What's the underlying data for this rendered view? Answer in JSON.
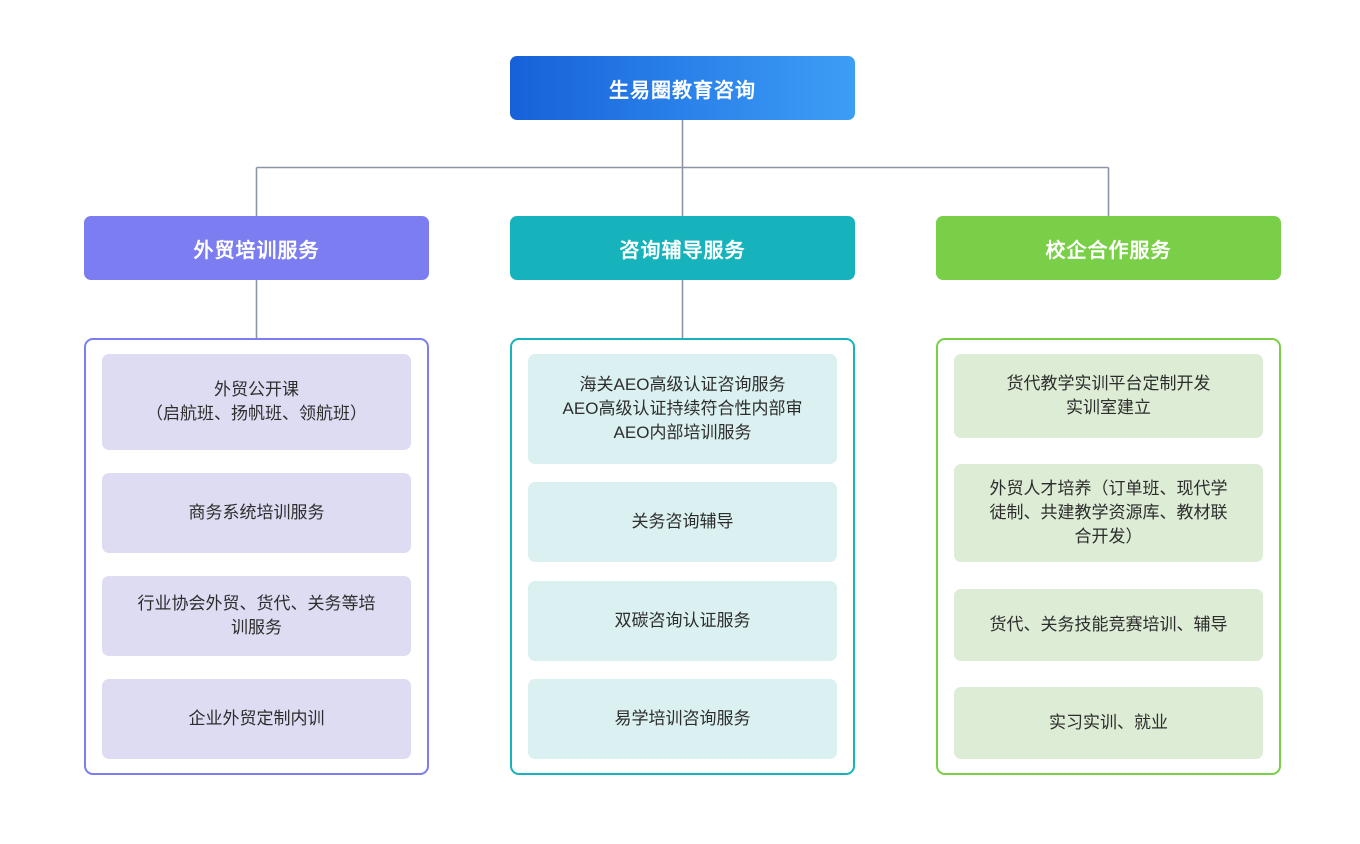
{
  "diagram": {
    "type": "organization-chart",
    "root": {
      "label": "生易圈教育咨询",
      "color_from": "#1661d8",
      "color_to": "#3d9ef5"
    },
    "connector_color": "#8b95a6",
    "columns": [
      {
        "id": "foreign-trade-training",
        "header": "外贸培训服务",
        "accent": "#7b7df0",
        "item_fill": "#dedcf2",
        "items": [
          {
            "text": "外贸公开课\n（启航班、扬帆班、领航班）",
            "size": "h-tall"
          },
          {
            "text": "商务系统培训服务",
            "size": "h-base"
          },
          {
            "text": "行业协会外贸、货代、关务等培\n训服务",
            "size": "h-base"
          },
          {
            "text": "企业外贸定制内训",
            "size": "h-base"
          }
        ]
      },
      {
        "id": "consulting-tutoring",
        "header": "咨询辅导服务",
        "accent": "#17b3bd",
        "item_fill": "#dbf0f0",
        "items": [
          {
            "text": "海关AEO高级认证咨询服务\nAEO高级认证持续符合性内部审\nAEO内部培训服务",
            "size": "h-tall"
          },
          {
            "text": "关务咨询辅导",
            "size": "h-base"
          },
          {
            "text": "双碳咨询认证服务",
            "size": "h-base"
          },
          {
            "text": "易学培训咨询服务",
            "size": "h-base"
          }
        ]
      },
      {
        "id": "school-enterprise-cooperation",
        "header": "校企合作服务",
        "accent": "#79cf48",
        "item_fill": "#dcecd5",
        "items": [
          {
            "text": "货代教学实训平台定制开发\n实训室建立",
            "size": "h-tall"
          },
          {
            "text": "外贸人才培养（订单班、现代学\n徒制、共建教学资源库、教材联\n合开发）",
            "size": "h-xtall"
          },
          {
            "text": "货代、关务技能竞赛培训、辅导",
            "size": "h-base"
          },
          {
            "text": "实习实训、就业",
            "size": "h-base"
          }
        ]
      }
    ]
  }
}
